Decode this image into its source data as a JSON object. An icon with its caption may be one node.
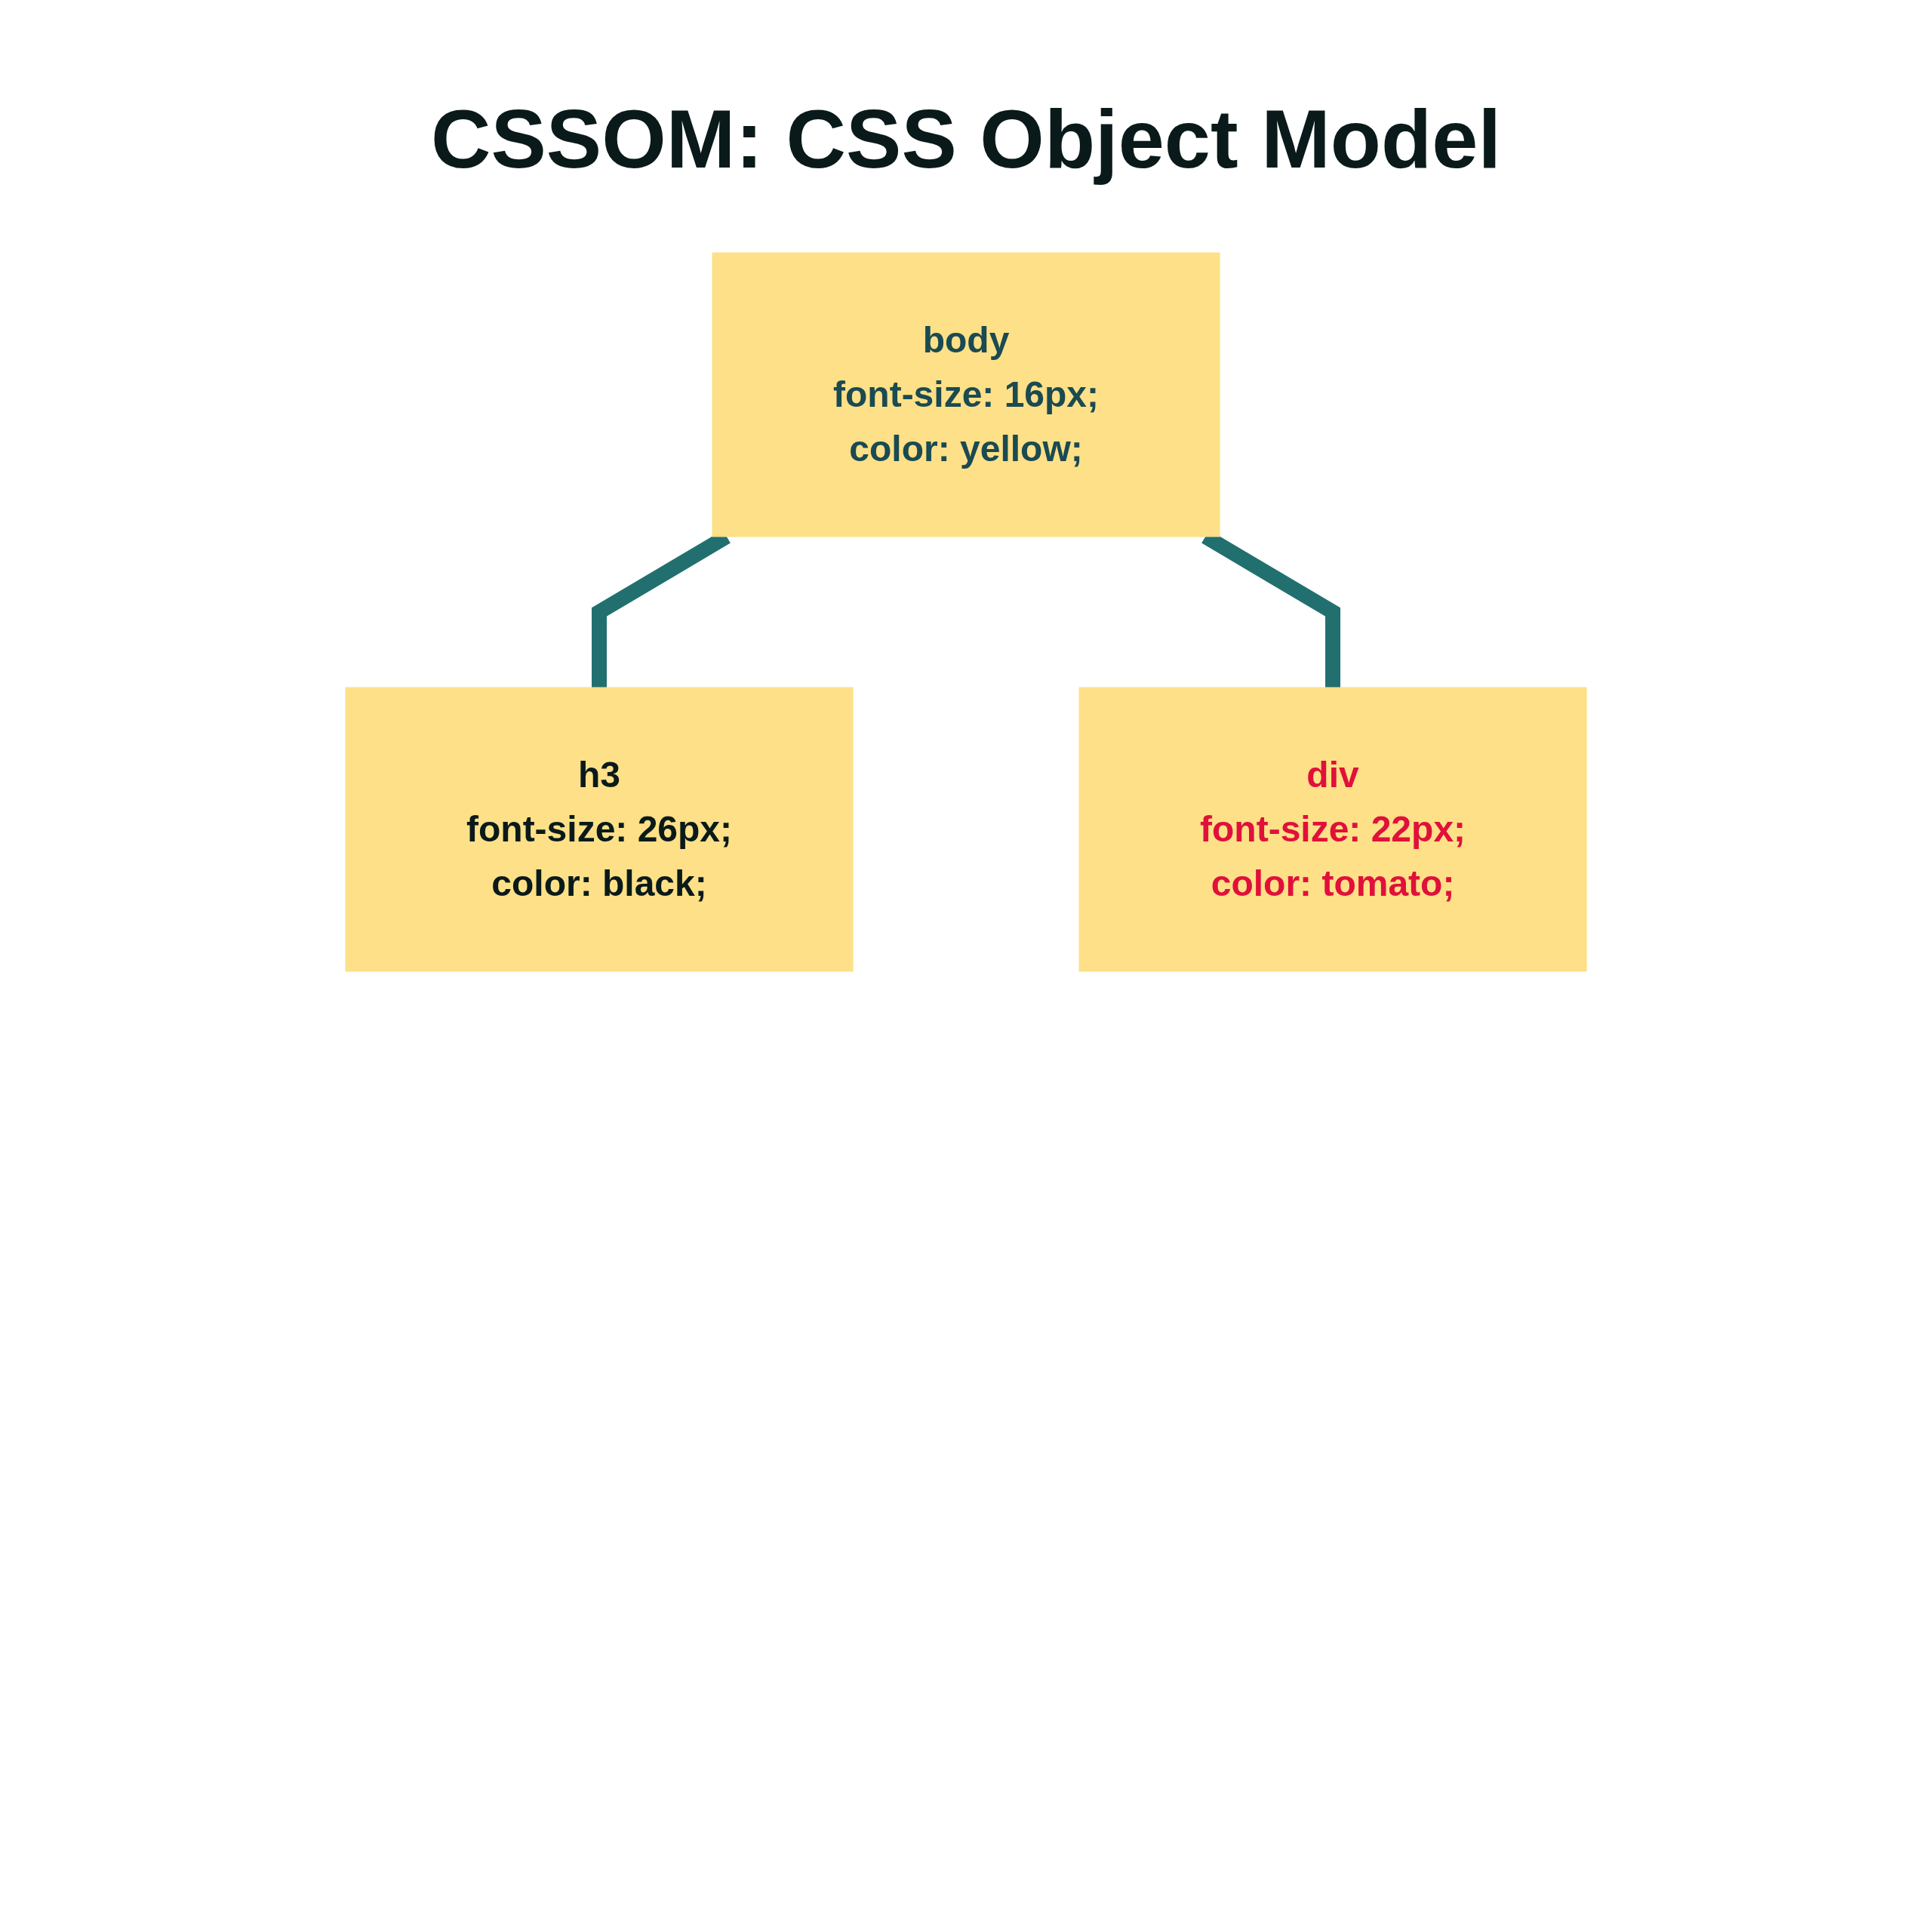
{
  "diagram": {
    "title": "CSSOM: CSS Object Model",
    "nodes": [
      {
        "text": [
          "body",
          "font-size: 16px;",
          "color: yellow;"
        ]
      },
      {
        "text": [
          "h3",
          "font-size: 26px;",
          "color: black;"
        ]
      },
      {
        "text": [
          "div",
          "font-size: 22px;",
          "color: tomato;"
        ]
      }
    ],
    "edges": [
      {
        "from": 0,
        "to": 1,
        "arrow": "none"
      },
      {
        "from": 0,
        "to": 2,
        "arrow": "none"
      }
    ]
  }
}
